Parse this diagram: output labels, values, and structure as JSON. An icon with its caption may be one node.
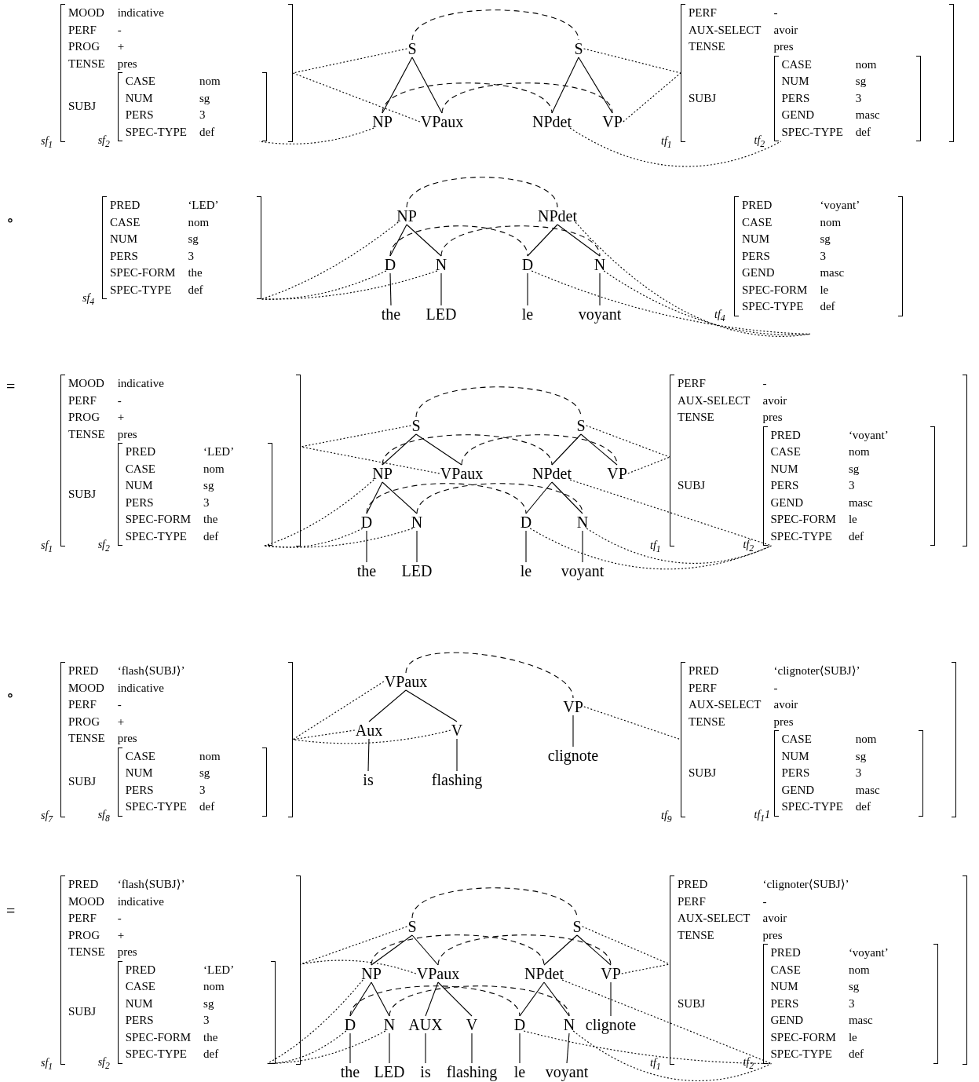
{
  "diagram": {
    "nodes": [
      {
        "text": [
          "MOOD",
          "indicative",
          "PERF",
          "-",
          "PROG",
          "+",
          "TENSE",
          "pres",
          "SUBJ"
        ],
        "beside": [
          "sf$_{1}$"
        ]
      },
      {
        "text": [
          "CASE",
          "nom",
          "NUM",
          "sg",
          "PERS",
          "3",
          "SPEC-TYPE",
          "def"
        ],
        "beside": [
          "sf$_{2}$"
        ],
        "in": 0
      },
      {
        "text": [
          "S"
        ]
      },
      {
        "text": [
          "NP"
        ]
      },
      {
        "text": [
          "VPaux"
        ]
      },
      {
        "text": [
          "S"
        ]
      },
      {
        "text": [
          "NPdet"
        ]
      },
      {
        "text": [
          "VP"
        ]
      },
      {
        "text": [
          "PERF",
          "-",
          "AUX-SELECT",
          "avoir",
          "TENSE",
          "pres",
          "SUBJ"
        ],
        "beside": [
          "tf$_{1}$"
        ]
      },
      {
        "text": [
          "CASE",
          "nom",
          "NUM",
          "sg",
          "PERS",
          "3",
          "GEND",
          "masc",
          "SPEC-TYPE",
          "def"
        ],
        "beside": [
          "tf$_{2}$"
        ],
        "in": 8
      },
      {
        "text": [
          "PRED",
          "‘LED’",
          "CASE",
          "nom",
          "NUM",
          "sg",
          "PERS",
          "3",
          "SPEC-FORM",
          "the",
          "SPEC-TYPE",
          "def"
        ],
        "beside": [
          "sf$_{4}$"
        ]
      },
      {
        "text": [
          "NP"
        ]
      },
      {
        "text": [
          "D"
        ]
      },
      {
        "text": [
          "N"
        ]
      },
      {
        "text": [
          "the"
        ]
      },
      {
        "text": [
          "LED"
        ]
      },
      {
        "text": [
          "NPdet"
        ]
      },
      {
        "text": [
          "D"
        ]
      },
      {
        "text": [
          "N"
        ]
      },
      {
        "text": [
          "le"
        ]
      },
      {
        "text": [
          "voyant"
        ]
      },
      {
        "text": [
          "PRED",
          "‘voyant’",
          "CASE",
          "nom",
          "NUM",
          "sg",
          "PERS",
          "3",
          "GEND",
          "masc",
          "SPEC-FORM",
          "le",
          "SPEC-TYPE",
          "def"
        ],
        "beside": [
          "tf$_{4}$"
        ]
      },
      {
        "text": [
          "MOOD",
          "indicative",
          "PERF",
          "-",
          "PROG",
          "+",
          "TENSE",
          "pres",
          "SUBJ"
        ],
        "beside": [
          "sf$_{1}$"
        ]
      },
      {
        "text": [
          "PRED",
          "‘LED’",
          "CASE",
          "nom",
          "NUM",
          "sg",
          "PERS",
          "3",
          "SPEC-FORM",
          "the",
          "SPEC-TYPE",
          "def"
        ],
        "beside": [
          "sf$_{2}$"
        ],
        "in": 22
      },
      {
        "text": [
          "S"
        ]
      },
      {
        "text": [
          "NP"
        ]
      },
      {
        "text": [
          "VPaux"
        ]
      },
      {
        "text": [
          "D"
        ]
      },
      {
        "text": [
          "N"
        ]
      },
      {
        "text": [
          "the"
        ]
      },
      {
        "text": [
          "LED"
        ]
      },
      {
        "text": [
          "S"
        ]
      },
      {
        "text": [
          "NPdet"
        ]
      },
      {
        "text": [
          "VP"
        ]
      },
      {
        "text": [
          "D"
        ]
      },
      {
        "text": [
          "N"
        ]
      },
      {
        "text": [
          "le"
        ]
      },
      {
        "text": [
          "voyant"
        ]
      },
      {
        "text": [
          "PERF",
          "-",
          "AUX-SELECT",
          "avoir",
          "TENSE",
          "pres",
          "SUBJ"
        ],
        "beside": [
          "tf$_{1}$"
        ]
      },
      {
        "text": [
          "PRED",
          "‘voyant’",
          "CASE",
          "nom",
          "NUM",
          "sg",
          "PERS",
          "3",
          "GEND",
          "masc",
          "SPEC-FORM",
          "le",
          "SPEC-TYPE",
          "def"
        ],
        "beside": [
          "tf$_{2}$"
        ],
        "in": 38
      },
      {
        "text": [
          "PRED",
          "‘flash⟨SUBJ⟩’",
          "MOOD",
          "indicative",
          "PERF",
          "-",
          "PROG",
          "+",
          "TENSE",
          "pres",
          "SUBJ"
        ],
        "beside": [
          "sf$_{7}$"
        ]
      },
      {
        "text": [
          "CASE",
          "nom",
          "NUM",
          "sg",
          "PERS",
          "3",
          "SPEC-TYPE",
          "def"
        ],
        "beside": [
          "sf$_{8}$"
        ],
        "in": 40
      },
      {
        "text": [
          "VPaux"
        ]
      },
      {
        "text": [
          "Aux"
        ]
      },
      {
        "text": [
          "V"
        ]
      },
      {
        "text": [
          "is"
        ]
      },
      {
        "text": [
          "flashing"
        ]
      },
      {
        "text": [
          "VP"
        ]
      },
      {
        "text": [
          "clignote"
        ]
      },
      {
        "text": [
          "PRED",
          "‘clignoter⟨SUBJ⟩’",
          "PERF",
          "-",
          "AUX-SELECT",
          "avoir",
          "TENSE",
          "pres",
          "SUBJ"
        ],
        "beside": [
          "tf$_{9}$"
        ]
      },
      {
        "text": [
          "CASE",
          "nom",
          "NUM",
          "sg",
          "PERS",
          "3",
          "GEND",
          "masc",
          "SPEC-TYPE",
          "def"
        ],
        "beside": [
          "tf$_{1}$1"
        ],
        "in": 49
      },
      {
        "text": [
          "PRED",
          "‘flash⟨SUBJ⟩’",
          "MOOD",
          "indicative",
          "PERF",
          "-",
          "PROG",
          "+",
          "TENSE",
          "pres",
          "SUBJ"
        ],
        "beside": [
          "sf$_{1}$"
        ]
      },
      {
        "text": [
          "PRED",
          "‘LED’",
          "CASE",
          "nom",
          "NUM",
          "sg",
          "PERS",
          "3",
          "SPEC-FORM",
          "the",
          "SPEC-TYPE",
          "def"
        ],
        "beside": [
          "sf$_{2}$"
        ],
        "in": 51
      },
      {
        "text": [
          "S"
        ]
      },
      {
        "text": [
          "NP"
        ]
      },
      {
        "text": [
          "VPaux"
        ]
      },
      {
        "text": [
          "D"
        ]
      },
      {
        "text": [
          "N"
        ]
      },
      {
        "text": [
          "AUX"
        ]
      },
      {
        "text": [
          "V"
        ]
      },
      {
        "text": [
          "the"
        ]
      },
      {
        "text": [
          "LED"
        ]
      },
      {
        "text": [
          "is"
        ]
      },
      {
        "text": [
          "flashing"
        ]
      },
      {
        "text": [
          "S"
        ]
      },
      {
        "text": [
          "NPdet"
        ]
      },
      {
        "text": [
          "VP"
        ]
      },
      {
        "text": [
          "D"
        ]
      },
      {
        "text": [
          "N"
        ]
      },
      {
        "text": [
          "clignote"
        ]
      },
      {
        "text": [
          "le"
        ]
      },
      {
        "text": [
          "voyant"
        ]
      },
      {
        "text": [
          "PRED",
          "‘clignoter⟨SUBJ⟩’",
          "PERF",
          "-",
          "AUX-SELECT",
          "avoir",
          "TENSE",
          "pres",
          "SUBJ"
        ],
        "beside": [
          "tf$_{1}$"
        ]
      },
      {
        "text": [
          "PRED",
          "‘voyant’",
          "CASE",
          "nom",
          "NUM",
          "sg",
          "PERS",
          "3",
          "GEND",
          "masc",
          "SPEC-FORM",
          "le",
          "SPEC-TYPE",
          "def"
        ],
        "beside": [
          "tf$_{2}$"
        ],
        "in": 72
      }
    ],
    "edges": [
      {
        "from": 2,
        "to": 3,
        "arrow": "none"
      },
      {
        "from": 2,
        "to": 4,
        "arrow": "none"
      },
      {
        "from": 5,
        "to": 6,
        "arrow": "none"
      },
      {
        "from": 5,
        "to": 7,
        "arrow": "none"
      },
      {
        "from": 2,
        "to": 5,
        "arrow": "none",
        "style": "dashed"
      },
      {
        "from": 3,
        "to": 6,
        "arrow": "none",
        "style": "dashed"
      },
      {
        "from": 4,
        "to": 7,
        "arrow": "none",
        "style": "dashed"
      },
      {
        "from": 2,
        "to": 0,
        "arrow": "none",
        "style": "dashed"
      },
      {
        "from": 4,
        "to": 0,
        "arrow": "none",
        "style": "dashed"
      },
      {
        "from": 3,
        "to": 1,
        "arrow": "none",
        "style": "dashed"
      },
      {
        "from": 5,
        "to": 8,
        "arrow": "none",
        "style": "dashed"
      },
      {
        "from": 7,
        "to": 8,
        "arrow": "none",
        "style": "dashed"
      },
      {
        "from": 6,
        "to": 9,
        "arrow": "none",
        "style": "dashed"
      },
      {
        "from": 11,
        "to": 12,
        "arrow": "none"
      },
      {
        "from": 11,
        "to": 13,
        "arrow": "none"
      },
      {
        "from": 12,
        "to": 14,
        "arrow": "none"
      },
      {
        "from": 13,
        "to": 15,
        "arrow": "none"
      },
      {
        "from": 16,
        "to": 17,
        "arrow": "none"
      },
      {
        "from": 16,
        "to": 18,
        "arrow": "none"
      },
      {
        "from": 17,
        "to": 19,
        "arrow": "none"
      },
      {
        "from": 18,
        "to": 20,
        "arrow": "none"
      },
      {
        "from": 11,
        "to": 16,
        "arrow": "none",
        "style": "dashed"
      },
      {
        "from": 12,
        "to": 17,
        "arrow": "none",
        "style": "dashed"
      },
      {
        "from": 13,
        "to": 18,
        "arrow": "none",
        "style": "dashed"
      },
      {
        "from": 11,
        "to": 10,
        "arrow": "none",
        "style": "dashed"
      },
      {
        "from": 12,
        "to": 10,
        "arrow": "none",
        "style": "dashed"
      },
      {
        "from": 13,
        "to": 10,
        "arrow": "none",
        "style": "dashed"
      },
      {
        "from": 16,
        "to": 21,
        "arrow": "none",
        "style": "dashed"
      },
      {
        "from": 17,
        "to": 21,
        "arrow": "none",
        "style": "dashed"
      },
      {
        "from": 18,
        "to": 21,
        "arrow": "none",
        "style": "dashed"
      },
      {
        "from": 24,
        "to": 25,
        "arrow": "none"
      },
      {
        "from": 24,
        "to": 26,
        "arrow": "none"
      },
      {
        "from": 25,
        "to": 27,
        "arrow": "none"
      },
      {
        "from": 25,
        "to": 28,
        "arrow": "none"
      },
      {
        "from": 27,
        "to": 29,
        "arrow": "none"
      },
      {
        "from": 28,
        "to": 30,
        "arrow": "none"
      },
      {
        "from": 31,
        "to": 32,
        "arrow": "none"
      },
      {
        "from": 31,
        "to": 33,
        "arrow": "none"
      },
      {
        "from": 32,
        "to": 34,
        "arrow": "none"
      },
      {
        "from": 32,
        "to": 35,
        "arrow": "none"
      },
      {
        "from": 34,
        "to": 36,
        "arrow": "none"
      },
      {
        "from": 35,
        "to": 37,
        "arrow": "none"
      },
      {
        "from": 24,
        "to": 31,
        "arrow": "none",
        "style": "dashed"
      },
      {
        "from": 25,
        "to": 32,
        "arrow": "none",
        "style": "dashed"
      },
      {
        "from": 26,
        "to": 33,
        "arrow": "none",
        "style": "dashed"
      },
      {
        "from": 27,
        "to": 34,
        "arrow": "none",
        "style": "dashed"
      },
      {
        "from": 28,
        "to": 35,
        "arrow": "none",
        "style": "dashed"
      },
      {
        "from": 24,
        "to": 22,
        "arrow": "none",
        "style": "dashed"
      },
      {
        "from": 26,
        "to": 22,
        "arrow": "none",
        "style": "dashed"
      },
      {
        "from": 25,
        "to": 23,
        "arrow": "none",
        "style": "dashed"
      },
      {
        "from": 27,
        "to": 23,
        "arrow": "none",
        "style": "dashed"
      },
      {
        "from": 28,
        "to": 23,
        "arrow": "none",
        "style": "dashed"
      },
      {
        "from": 31,
        "to": 38,
        "arrow": "none",
        "style": "dashed"
      },
      {
        "from": 33,
        "to": 38,
        "arrow": "none",
        "style": "dashed"
      },
      {
        "from": 32,
        "to": 39,
        "arrow": "none",
        "style": "dashed"
      },
      {
        "from": 34,
        "to": 39,
        "arrow": "none",
        "style": "dashed"
      },
      {
        "from": 35,
        "to": 39,
        "arrow": "none",
        "style": "dashed"
      },
      {
        "from": 42,
        "to": 43,
        "arrow": "none"
      },
      {
        "from": 42,
        "to": 44,
        "arrow": "none"
      },
      {
        "from": 43,
        "to": 45,
        "arrow": "none"
      },
      {
        "from": 44,
        "to": 46,
        "arrow": "none"
      },
      {
        "from": 47,
        "to": 48,
        "arrow": "none"
      },
      {
        "from": 42,
        "to": 47,
        "arrow": "none",
        "style": "dashed"
      },
      {
        "from": 42,
        "to": 40,
        "arrow": "none",
        "style": "dashed"
      },
      {
        "from": 43,
        "to": 40,
        "arrow": "none",
        "style": "dashed"
      },
      {
        "from": 44,
        "to": 40,
        "arrow": "none",
        "style": "dashed"
      },
      {
        "from": 47,
        "to": 49,
        "arrow": "none",
        "style": "dashed"
      },
      {
        "from": 53,
        "to": 54,
        "arrow": "none"
      },
      {
        "from": 53,
        "to": 55,
        "arrow": "none"
      },
      {
        "from": 54,
        "to": 56,
        "arrow": "none"
      },
      {
        "from": 54,
        "to": 57,
        "arrow": "none"
      },
      {
        "from": 55,
        "to": 58,
        "arrow": "none"
      },
      {
        "from": 55,
        "to": 59,
        "arrow": "none"
      },
      {
        "from": 56,
        "to": 60,
        "arrow": "none"
      },
      {
        "from": 57,
        "to": 61,
        "arrow": "none"
      },
      {
        "from": 58,
        "to": 62,
        "arrow": "none"
      },
      {
        "from": 59,
        "to": 63,
        "arrow": "none"
      },
      {
        "from": 64,
        "to": 65,
        "arrow": "none"
      },
      {
        "from": 64,
        "to": 66,
        "arrow": "none"
      },
      {
        "from": 65,
        "to": 67,
        "arrow": "none"
      },
      {
        "from": 65,
        "to": 68,
        "arrow": "none"
      },
      {
        "from": 66,
        "to": 69,
        "arrow": "none"
      },
      {
        "from": 67,
        "to": 70,
        "arrow": "none"
      },
      {
        "from": 68,
        "to": 71,
        "arrow": "none"
      },
      {
        "from": 53,
        "to": 64,
        "arrow": "none",
        "style": "dashed"
      },
      {
        "from": 54,
        "to": 65,
        "arrow": "none",
        "style": "dashed"
      },
      {
        "from": 55,
        "to": 66,
        "arrow": "none",
        "style": "dashed"
      },
      {
        "from": 56,
        "to": 67,
        "arrow": "none",
        "style": "dashed"
      },
      {
        "from": 57,
        "to": 68,
        "arrow": "none",
        "style": "dashed"
      },
      {
        "from": 53,
        "to": 51,
        "arrow": "none",
        "style": "dashed"
      },
      {
        "from": 55,
        "to": 51,
        "arrow": "none",
        "style": "dashed"
      },
      {
        "from": 54,
        "to": 52,
        "arrow": "none",
        "style": "dashed"
      },
      {
        "from": 56,
        "to": 52,
        "arrow": "none",
        "style": "dashed"
      },
      {
        "from": 57,
        "to": 52,
        "arrow": "none",
        "style": "dashed"
      },
      {
        "from": 64,
        "to": 72,
        "arrow": "none",
        "style": "dashed"
      },
      {
        "from": 66,
        "to": 72,
        "arrow": "none",
        "style": "dashed"
      },
      {
        "from": 65,
        "to": 73,
        "arrow": "none",
        "style": "dashed"
      },
      {
        "from": 67,
        "to": 73,
        "arrow": "none",
        "style": "dashed"
      },
      {
        "from": 68,
        "to": 73,
        "arrow": "none",
        "style": "dashed"
      }
    ],
    "labels": [
      "∘",
      "=",
      "∘",
      "="
    ]
  }
}
